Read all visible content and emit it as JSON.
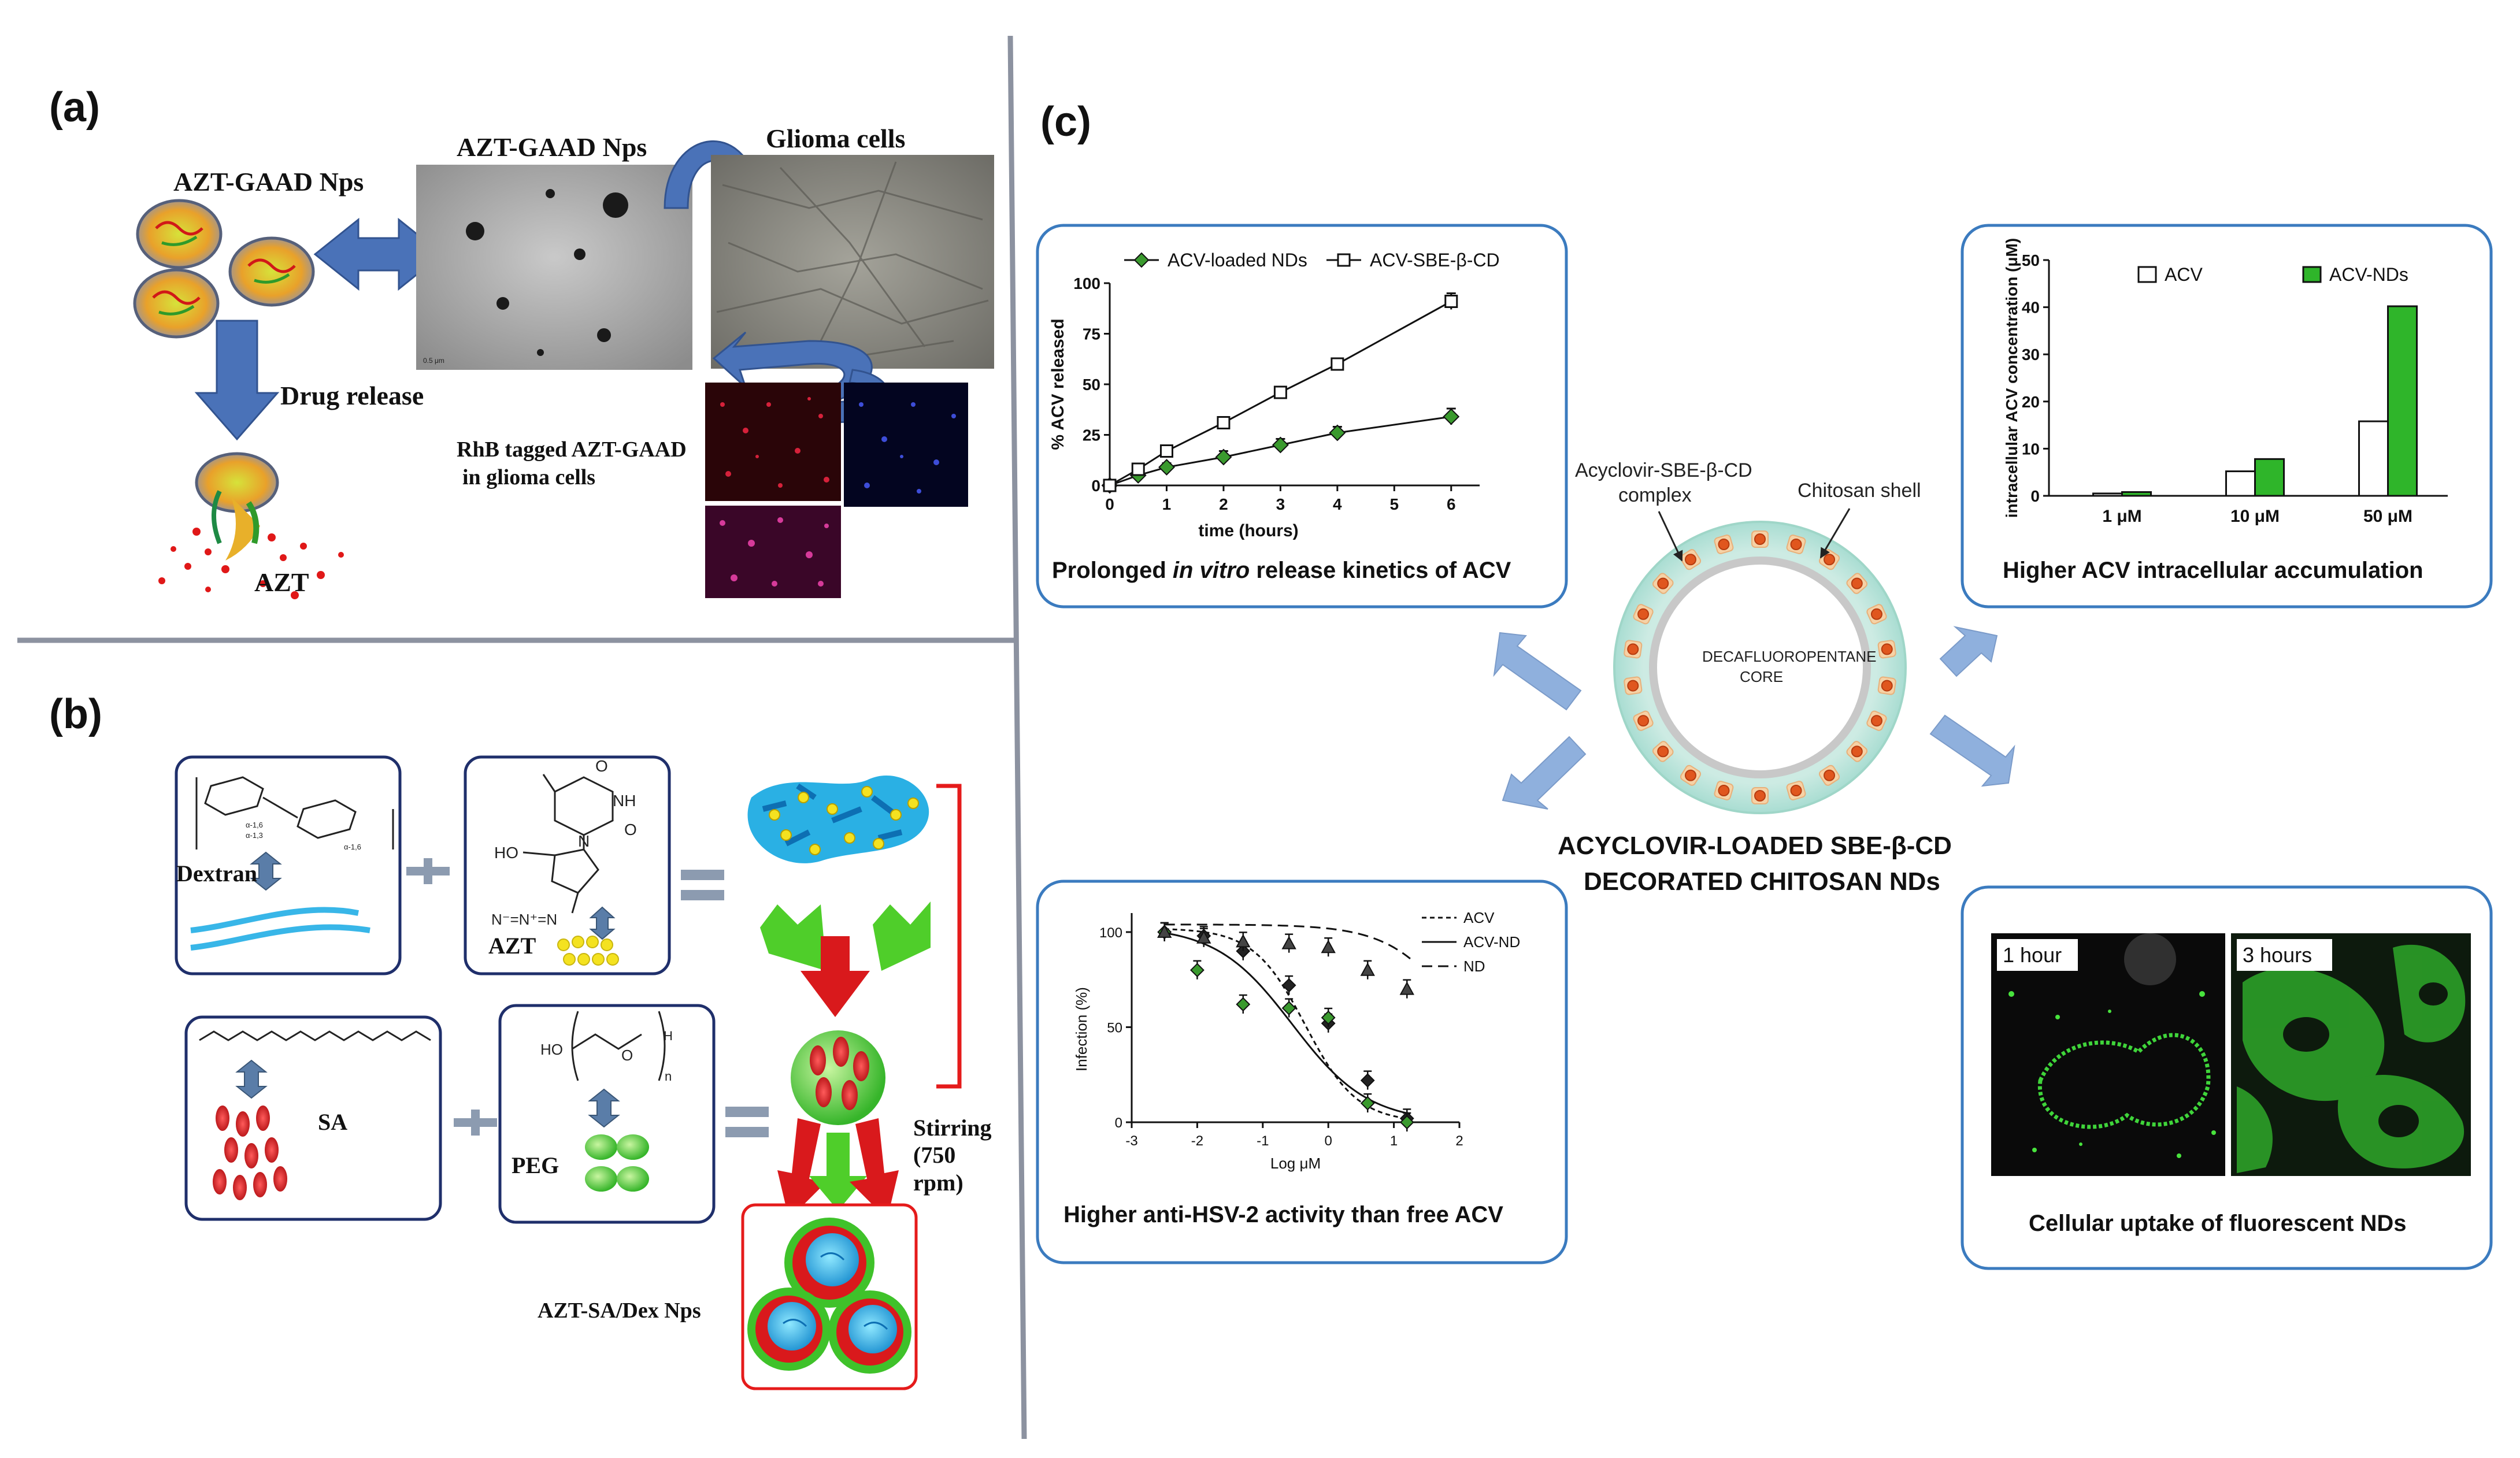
{
  "panel_labels": {
    "a": "(a)",
    "b": "(b)",
    "c": "(c)"
  },
  "panel_a": {
    "nps_label": "AZT-GAAD Nps",
    "tem_label": "AZT-GAAD Nps",
    "glioma_label": "Glioma cells",
    "drug_release": "Drug release",
    "azt": "AZT",
    "rhb_line1": "RhB tagged AZT-GAAD",
    "rhb_line2": "in glioma cells",
    "scale_text": "0.5 μm"
  },
  "panel_b": {
    "dextran": "Dextran",
    "azt": "AZT",
    "sa": "SA",
    "peg": "PEG",
    "stirring1": "Stirring",
    "stirring2": "(750",
    "stirring3": "rpm)",
    "product": "AZT-SA/Dex Nps",
    "dex_labels": [
      "α-1,6",
      "α-1,3",
      "α-1,6"
    ],
    "azt_atoms": [
      "HO",
      "N",
      "O",
      "NH",
      "O",
      "N⁻=N⁺=N"
    ],
    "peg_atoms": [
      "HO",
      "O",
      "H",
      "n"
    ]
  },
  "panel_c": {
    "release_chart": {
      "caption_pre": "Prolonged ",
      "caption_ital": "in vitro",
      "caption_post": " release kinetics of ACV"
    },
    "accum_chart": {
      "caption": "Higher ACV intracellular accumulation"
    },
    "anti_chart": {
      "caption": "Higher anti-HSV-2 activity than free ACV"
    },
    "uptake": {
      "caption": "Cellular uptake of fluorescent NDs",
      "label_1h": "1 hour",
      "label_3h": "3 hours"
    },
    "nd": {
      "core_line1": "DECAFLUOROPENTANE",
      "core_line2": "CORE",
      "complex_line1": "Acyclovir-SBE-β-CD",
      "complex_line2": "complex",
      "shell": "Chitosan shell",
      "title_line1": "ACYCLOVIR-LOADED SBE-β-CD",
      "title_line2": "DECORATED CHITOSAN NDs"
    }
  },
  "colors": {
    "panel_border": "#1f2f6b",
    "box_border": "#3b7bbf",
    "green_marker": "#3a9a2e",
    "red_arrow": "#d9191c",
    "green_arrow": "#4fce2a",
    "blue_arrow": "#4a72b8",
    "light_arrow": "#8fb0dd",
    "divider": "#8c92a0"
  },
  "chart_data": [
    {
      "type": "line",
      "xlabel": "time (hours)",
      "ylabel": "% ACV released",
      "xlim": [
        0,
        6.5
      ],
      "ylim": [
        0,
        100
      ],
      "xticks": [
        0,
        1,
        2,
        3,
        4,
        5,
        6
      ],
      "yticks": [
        0,
        25,
        50,
        75,
        100
      ],
      "legend_position": "top",
      "series": [
        {
          "name": "ACV-loaded NDs",
          "marker": "diamond",
          "x": [
            0,
            0.5,
            1,
            2,
            3,
            4,
            6
          ],
          "y": [
            0,
            5,
            9,
            14,
            20,
            26,
            34
          ],
          "err": [
            1,
            1.5,
            2,
            3,
            3,
            3,
            4
          ]
        },
        {
          "name": "ACV-SBE-β-CD",
          "marker": "square-open",
          "x": [
            0,
            0.5,
            1,
            2,
            3,
            4,
            6
          ],
          "y": [
            0,
            8,
            17,
            31,
            46,
            60,
            91
          ],
          "err": [
            1,
            1.5,
            2,
            2,
            2,
            2,
            4
          ]
        }
      ]
    },
    {
      "type": "bar",
      "ylabel": "intracellular ACV concentration (μM)",
      "categories": [
        "1 μM",
        "10 μM",
        "50 μM"
      ],
      "ylim": [
        0,
        50
      ],
      "yticks": [
        0,
        10,
        20,
        30,
        40,
        50
      ],
      "legend_position": "top",
      "series": [
        {
          "name": "ACV",
          "values": [
            0.5,
            5.2,
            15.8
          ]
        },
        {
          "name": "ACV-NDs",
          "values": [
            0.8,
            7.8,
            40.2
          ]
        }
      ]
    },
    {
      "type": "line",
      "xlabel": "Log μM",
      "ylabel": "Infection (%)",
      "xlim": [
        -3,
        2
      ],
      "ylim": [
        0,
        110
      ],
      "xticks": [
        -3,
        -2,
        -1,
        0,
        1,
        2
      ],
      "yticks": [
        0,
        50,
        100
      ],
      "legend_position": "top-right",
      "series": [
        {
          "name": "ACV",
          "style": "dotted",
          "marker": "diamond",
          "x": [
            -2.5,
            -1.9,
            -1.3,
            -0.6,
            0,
            0.6,
            1.2
          ],
          "y": [
            100,
            98,
            90,
            72,
            52,
            22,
            2
          ]
        },
        {
          "name": "ACV-ND",
          "style": "solid",
          "marker": "diamond",
          "x": [
            -2.5,
            -2,
            -1.3,
            -0.6,
            0,
            0.6,
            1.2
          ],
          "y": [
            100,
            80,
            62,
            60,
            55,
            10,
            0
          ]
        },
        {
          "name": "ND",
          "style": "dashed",
          "marker": "triangle",
          "x": [
            -2.5,
            -1.9,
            -1.3,
            -0.6,
            0,
            0.6,
            1.2
          ],
          "y": [
            100,
            97,
            95,
            94,
            92,
            80,
            70
          ]
        }
      ]
    }
  ]
}
